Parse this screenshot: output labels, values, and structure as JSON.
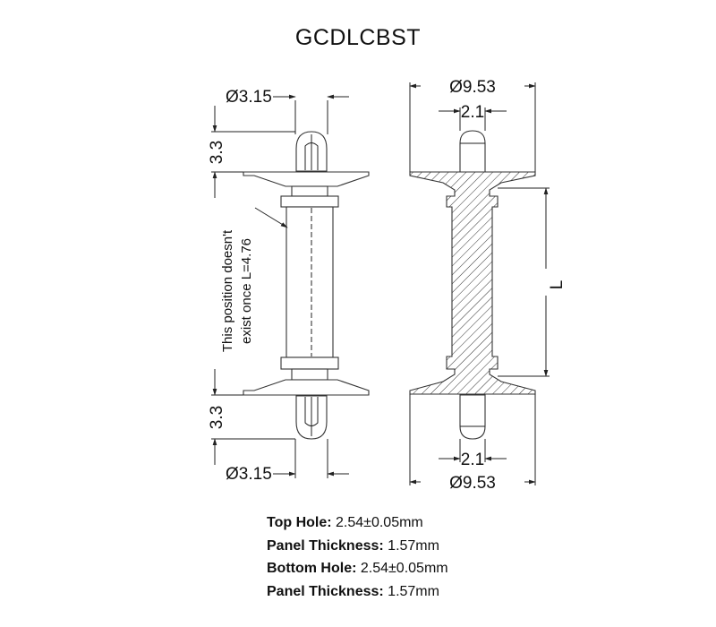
{
  "title": "GCDLCBST",
  "dimensions": {
    "top_diameter_left": "Ø3.15",
    "top_height_left": "3.3",
    "bottom_height_left": "3.3",
    "bottom_diameter_left": "Ø3.15",
    "top_flange_diameter": "Ø9.53",
    "top_pin_width": "2.1",
    "length": "L",
    "bottom_pin_width": "2.1",
    "bottom_flange_diameter": "Ø9.53"
  },
  "note": {
    "line1": "This position doesn't",
    "line2": "exist once L=4.76"
  },
  "specs": [
    {
      "label": "Top Hole:",
      "value": " 2.54±0.05mm"
    },
    {
      "label": "Panel Thickness:",
      "value": " 1.57mm"
    },
    {
      "label": "Bottom Hole:",
      "value": " 2.54±0.05mm"
    },
    {
      "label": "Panel Thickness:",
      "value": " 1.57mm"
    }
  ]
}
